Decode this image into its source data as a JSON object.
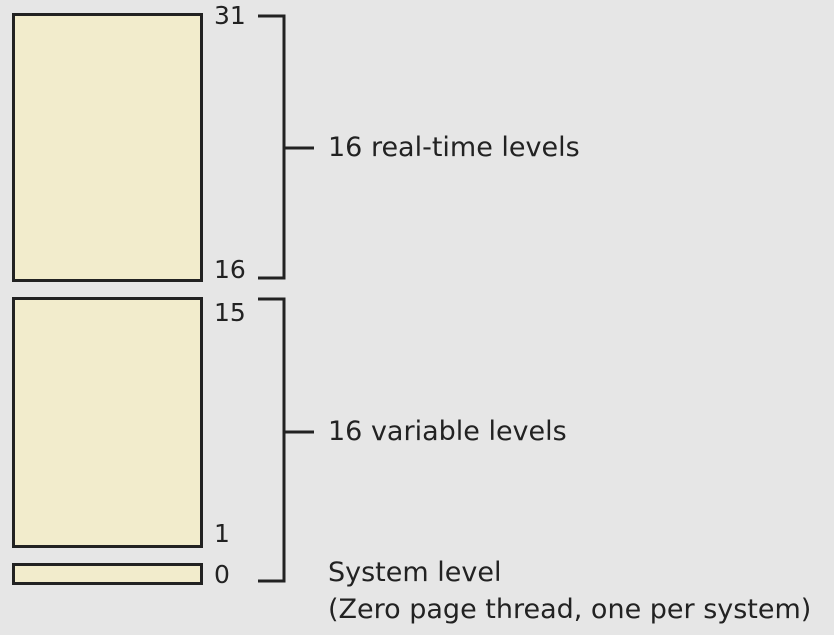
{
  "diagram": {
    "blocks": [
      {
        "id": "real-time",
        "top_level": "31",
        "bottom_level": "16"
      },
      {
        "id": "variable",
        "top_level": "15",
        "bottom_level": "1"
      },
      {
        "id": "system",
        "level": "0"
      }
    ],
    "labels": {
      "real_time": "16 real-time levels",
      "variable": "16 variable levels",
      "system_line1": "System level",
      "system_line2": "(Zero page thread, one per system)"
    },
    "colors": {
      "box_fill": "#f2eccc",
      "stroke": "#222222",
      "background": "#e6e6e6"
    }
  }
}
